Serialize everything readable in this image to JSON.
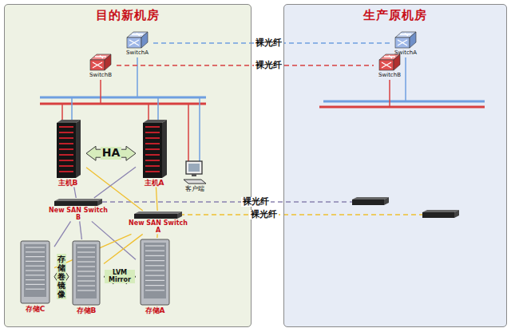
{
  "diagram": {
    "nodes": [
      {
        "text": [
          "目的新机房"
        ]
      },
      {
        "text": [
          "生产原机房"
        ]
      },
      {
        "text": [
          "SwitchA"
        ],
        "in": 0
      },
      {
        "text": [
          "SwitchB"
        ],
        "in": 0
      },
      {
        "text": [
          "SwitchA"
        ],
        "in": 1
      },
      {
        "text": [
          "SwitchB"
        ],
        "in": 1
      },
      {
        "text": [
          "主机B"
        ],
        "in": 0
      },
      {
        "text": [
          "主机A"
        ],
        "in": 0
      },
      {
        "text": [
          "客户端"
        ],
        "in": 0
      },
      {
        "text": [
          "New SAN Switch B"
        ],
        "in": 0
      },
      {
        "text": [
          "New SAN Switch A"
        ],
        "in": 0
      },
      {
        "text": [
          "存储C"
        ],
        "in": 0
      },
      {
        "text": [
          "存储B"
        ],
        "in": 0
      },
      {
        "text": [
          "存储A"
        ],
        "in": 0
      }
    ],
    "edges": [
      {
        "from": 2,
        "to": 4,
        "arrow": "none",
        "label": "裸光纤"
      },
      {
        "from": 3,
        "to": 5,
        "arrow": "none",
        "label": "裸光纤"
      },
      {
        "from": 6,
        "to": 7,
        "arrow": "both",
        "label": "HA"
      },
      {
        "from": 6,
        "to": 9,
        "arrow": "none"
      },
      {
        "from": 6,
        "to": 10,
        "arrow": "none"
      },
      {
        "from": 7,
        "to": 9,
        "arrow": "none"
      },
      {
        "from": 7,
        "to": 10,
        "arrow": "none"
      },
      {
        "from": 9,
        "to": 11,
        "arrow": "none"
      },
      {
        "from": 9,
        "to": 12,
        "arrow": "none"
      },
      {
        "from": 9,
        "to": 13,
        "arrow": "none"
      },
      {
        "from": 10,
        "to": 11,
        "arrow": "none"
      },
      {
        "from": 10,
        "to": 12,
        "arrow": "none"
      },
      {
        "from": 10,
        "to": 13,
        "arrow": "none"
      },
      {
        "from": 11,
        "to": 12,
        "arrow": "both",
        "label": "存储卷镜像"
      },
      {
        "from": 12,
        "to": 13,
        "arrow": "both",
        "label": "LVM Mirror"
      }
    ],
    "labels": [
      "裸光纤",
      "裸光纤"
    ]
  }
}
